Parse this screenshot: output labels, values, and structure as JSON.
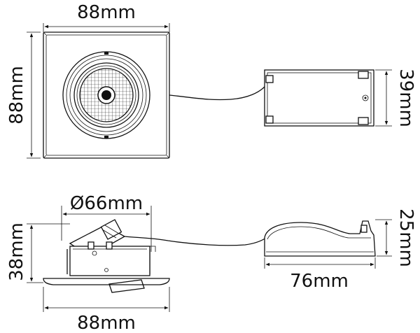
{
  "top_view": {
    "width_label": "88mm",
    "height_label": "88mm",
    "driver_height_label": "39mm"
  },
  "side_view": {
    "diameter_label": "Ø66mm",
    "height_label": "38mm",
    "width_label": "88mm",
    "driver_height_label": "25mm",
    "driver_length_label": "76mm"
  },
  "colors": {
    "line": "#111111",
    "background": "#ffffff"
  }
}
